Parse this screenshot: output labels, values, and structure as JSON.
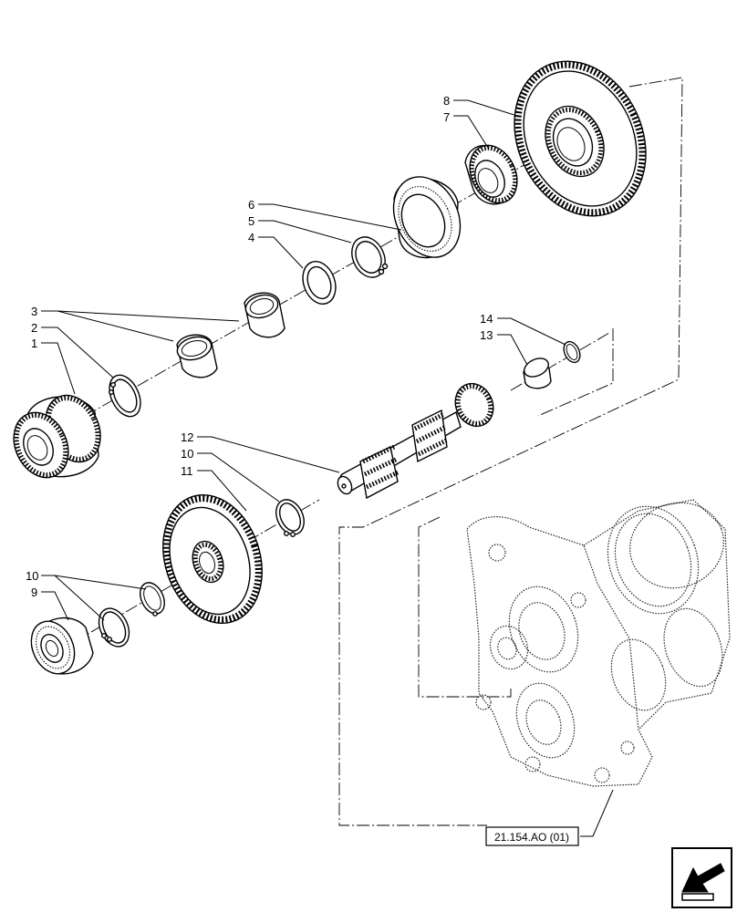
{
  "callouts": {
    "c1": "1",
    "c2": "2",
    "c3": "3",
    "c4": "4",
    "c5": "5",
    "c6": "6",
    "c7": "7",
    "c8": "8",
    "c9": "9",
    "c10a": "10",
    "c10b": "10",
    "c11": "11",
    "c12": "12",
    "c13": "13",
    "c14": "14"
  },
  "reference_label": "21.154.AO (01)",
  "nav_icon": "next-page-arrow-icon"
}
